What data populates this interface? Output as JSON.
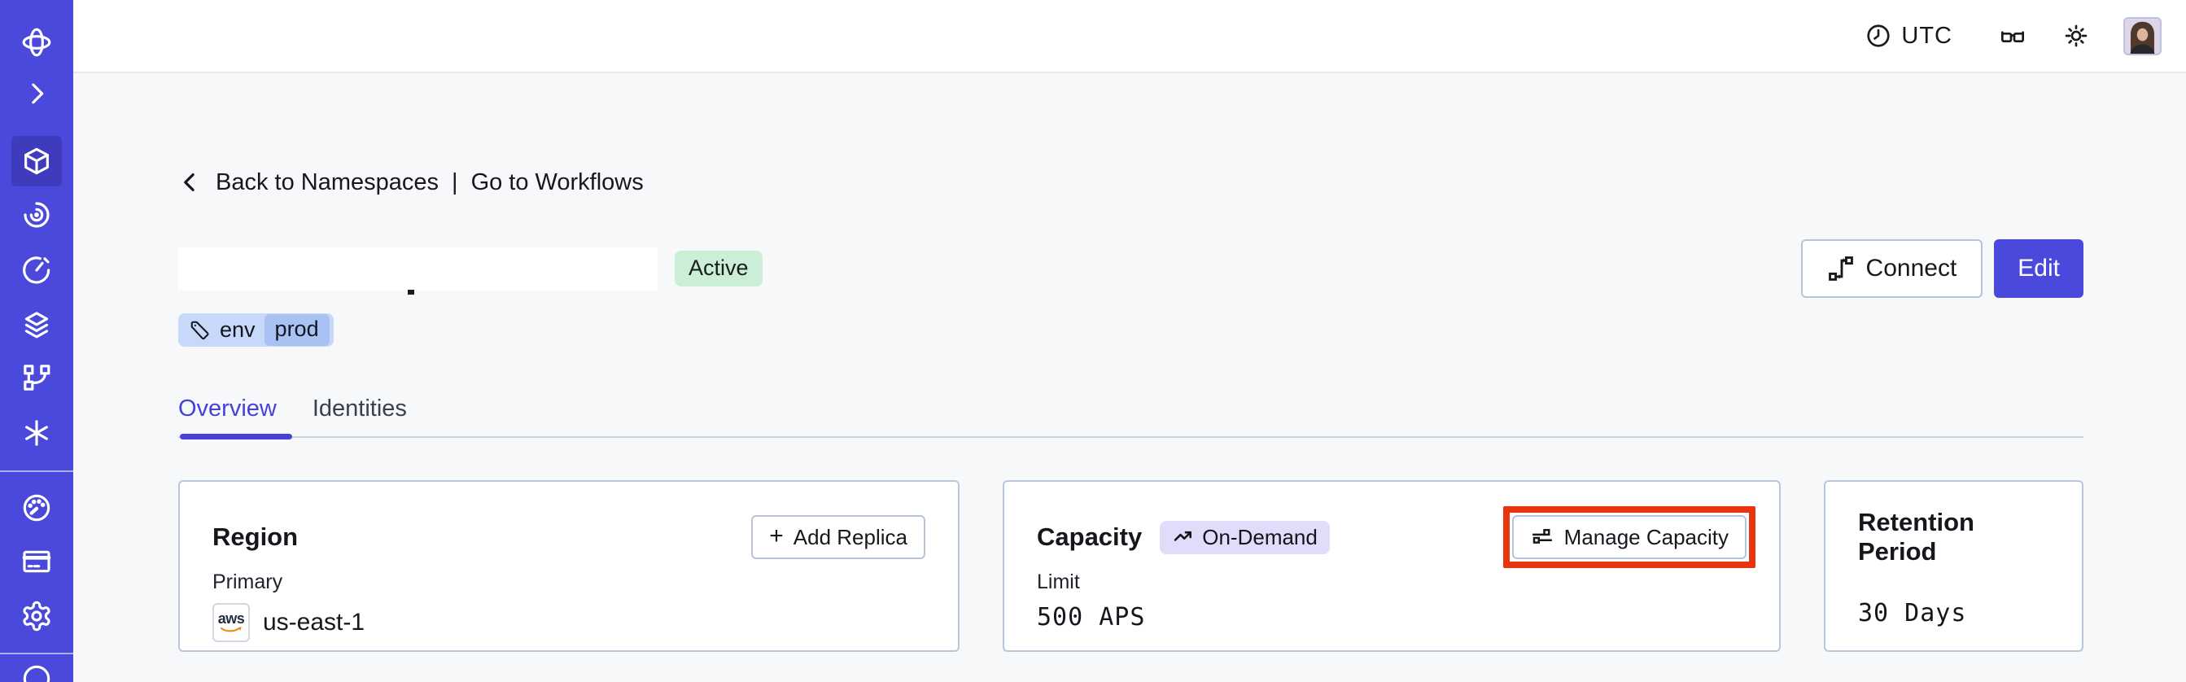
{
  "app": {
    "accent_color": "#4b49dc",
    "annotation_color": "#e8350e",
    "page_bg": "#f7f8fa",
    "status_green_bg": "#cbeed6",
    "tag_blue_bg": "#c8d8fb",
    "tag_chip_bg": "#a9c2f3",
    "badge_lavender_bg": "#e1dcf9"
  },
  "sidebar": {
    "active_item": "namespaces",
    "icons": [
      "temporal-logo",
      "expand-chevron",
      "namespaces-cube",
      "nexus-spiral",
      "schedules-clock",
      "deployments-layers",
      "worker-branch",
      "batch-asterisk",
      "usage-gauge",
      "billing-card",
      "settings-gear",
      "account-partial"
    ]
  },
  "topbar": {
    "timezone": "UTC",
    "icons": [
      "clock-icon",
      "reader-glasses-icon",
      "theme-sun-icon",
      "user-avatar"
    ]
  },
  "breadcrumb": {
    "back_label": "Back to Namespaces",
    "separator": "|",
    "workflows_label": "Go to Workflows"
  },
  "namespace": {
    "status_badge": "Active",
    "tag": {
      "key": "env",
      "value": "prod"
    }
  },
  "actions": {
    "connect_label": "Connect",
    "edit_label": "Edit"
  },
  "tabs": [
    {
      "label": "Overview",
      "active": true
    },
    {
      "label": "Identities",
      "active": false
    }
  ],
  "cards": {
    "region": {
      "title": "Region",
      "add_button": {
        "plus": "+",
        "label": "Add Replica"
      },
      "field_label": "Primary",
      "provider_label": "aws",
      "value": "us-east-1"
    },
    "capacity": {
      "title": "Capacity",
      "badge": "On-Demand",
      "manage_button": "Manage Capacity",
      "field_label": "Limit",
      "value": "500 APS"
    },
    "retention": {
      "title": "Retention Period",
      "value": "30 Days"
    }
  }
}
